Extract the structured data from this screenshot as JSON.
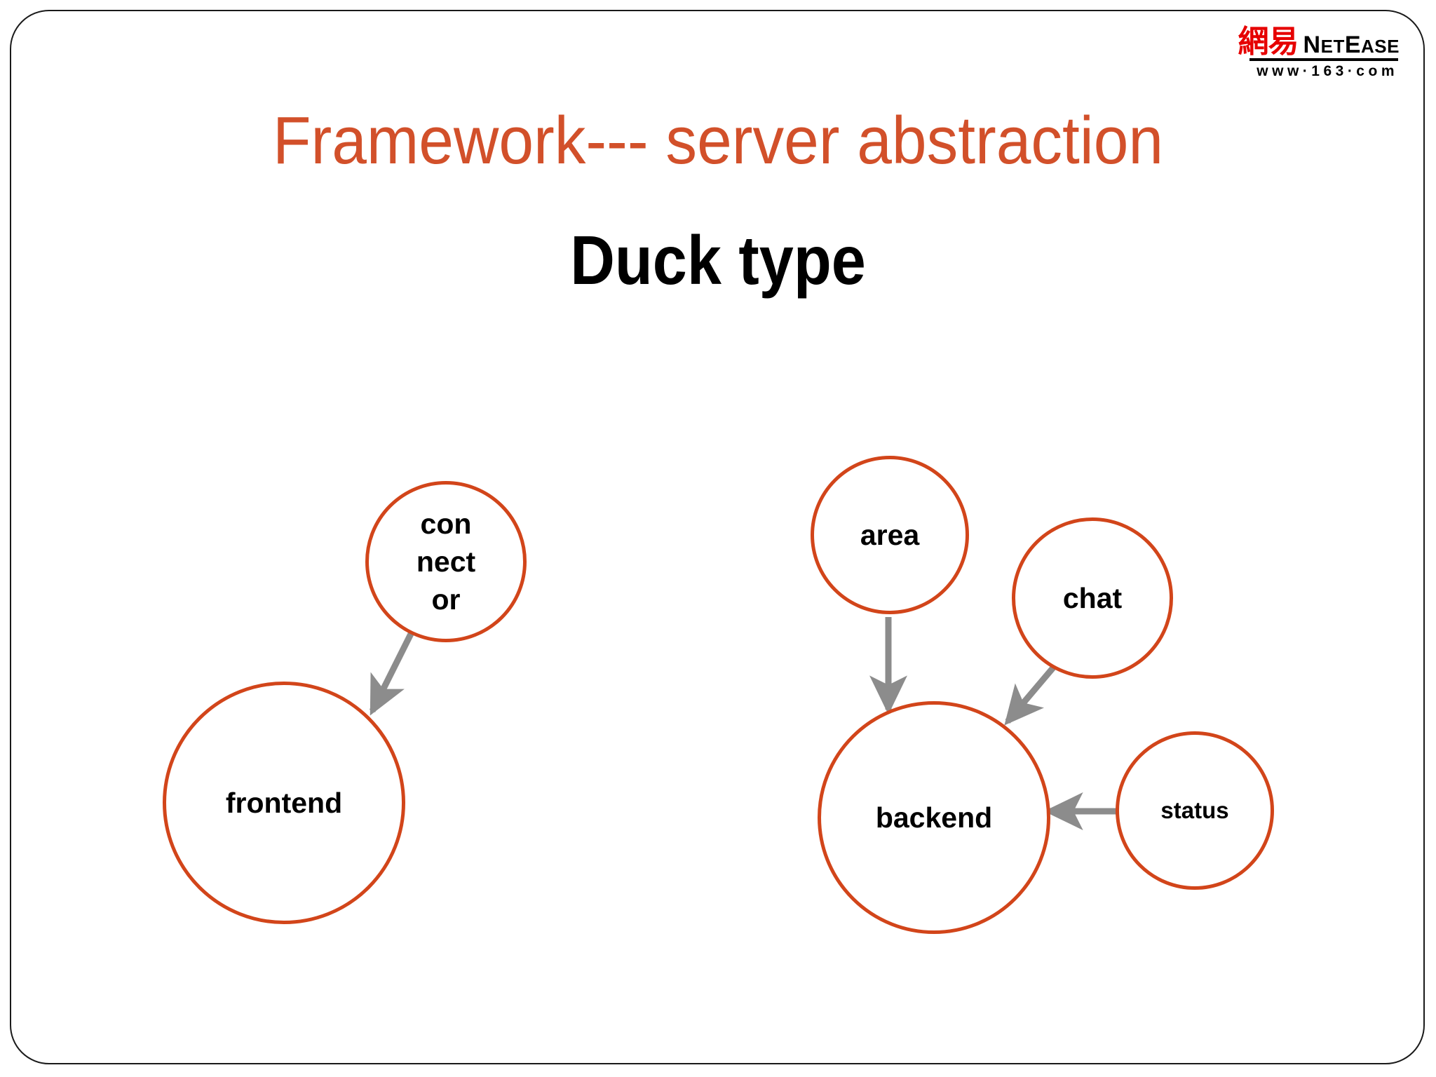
{
  "slide": {
    "title": "Framework--- server abstraction",
    "subtitle": "Duck type",
    "title_color": "#d2502a",
    "subtitle_color": "#000000",
    "background_color": "#ffffff",
    "border_color": "#1a1a1a"
  },
  "logo": {
    "chinese": "網易",
    "brand_main": "N",
    "brand_small_1": "ET",
    "brand_mid": "E",
    "brand_small_2": "ASE",
    "brand_full": "NetEase",
    "url": "www·163·com",
    "chinese_color": "#e60000",
    "text_color": "#000000"
  },
  "diagram": {
    "node_stroke_color": "#d2451a",
    "node_fill_color": "#ffffff",
    "arrow_color": "#808080",
    "nodes": [
      {
        "id": "connector",
        "label": "con\nnect\nor"
      },
      {
        "id": "frontend",
        "label": "frontend"
      },
      {
        "id": "area",
        "label": "area"
      },
      {
        "id": "chat",
        "label": "chat"
      },
      {
        "id": "backend",
        "label": "backend"
      },
      {
        "id": "status",
        "label": "status"
      }
    ],
    "arrows": [
      {
        "id": "connector-to-frontend",
        "from": "connector",
        "to": "frontend"
      },
      {
        "id": "area-to-backend",
        "from": "area",
        "to": "backend"
      },
      {
        "id": "chat-to-backend",
        "from": "chat",
        "to": "backend"
      },
      {
        "id": "status-to-backend",
        "from": "status",
        "to": "backend"
      }
    ]
  }
}
